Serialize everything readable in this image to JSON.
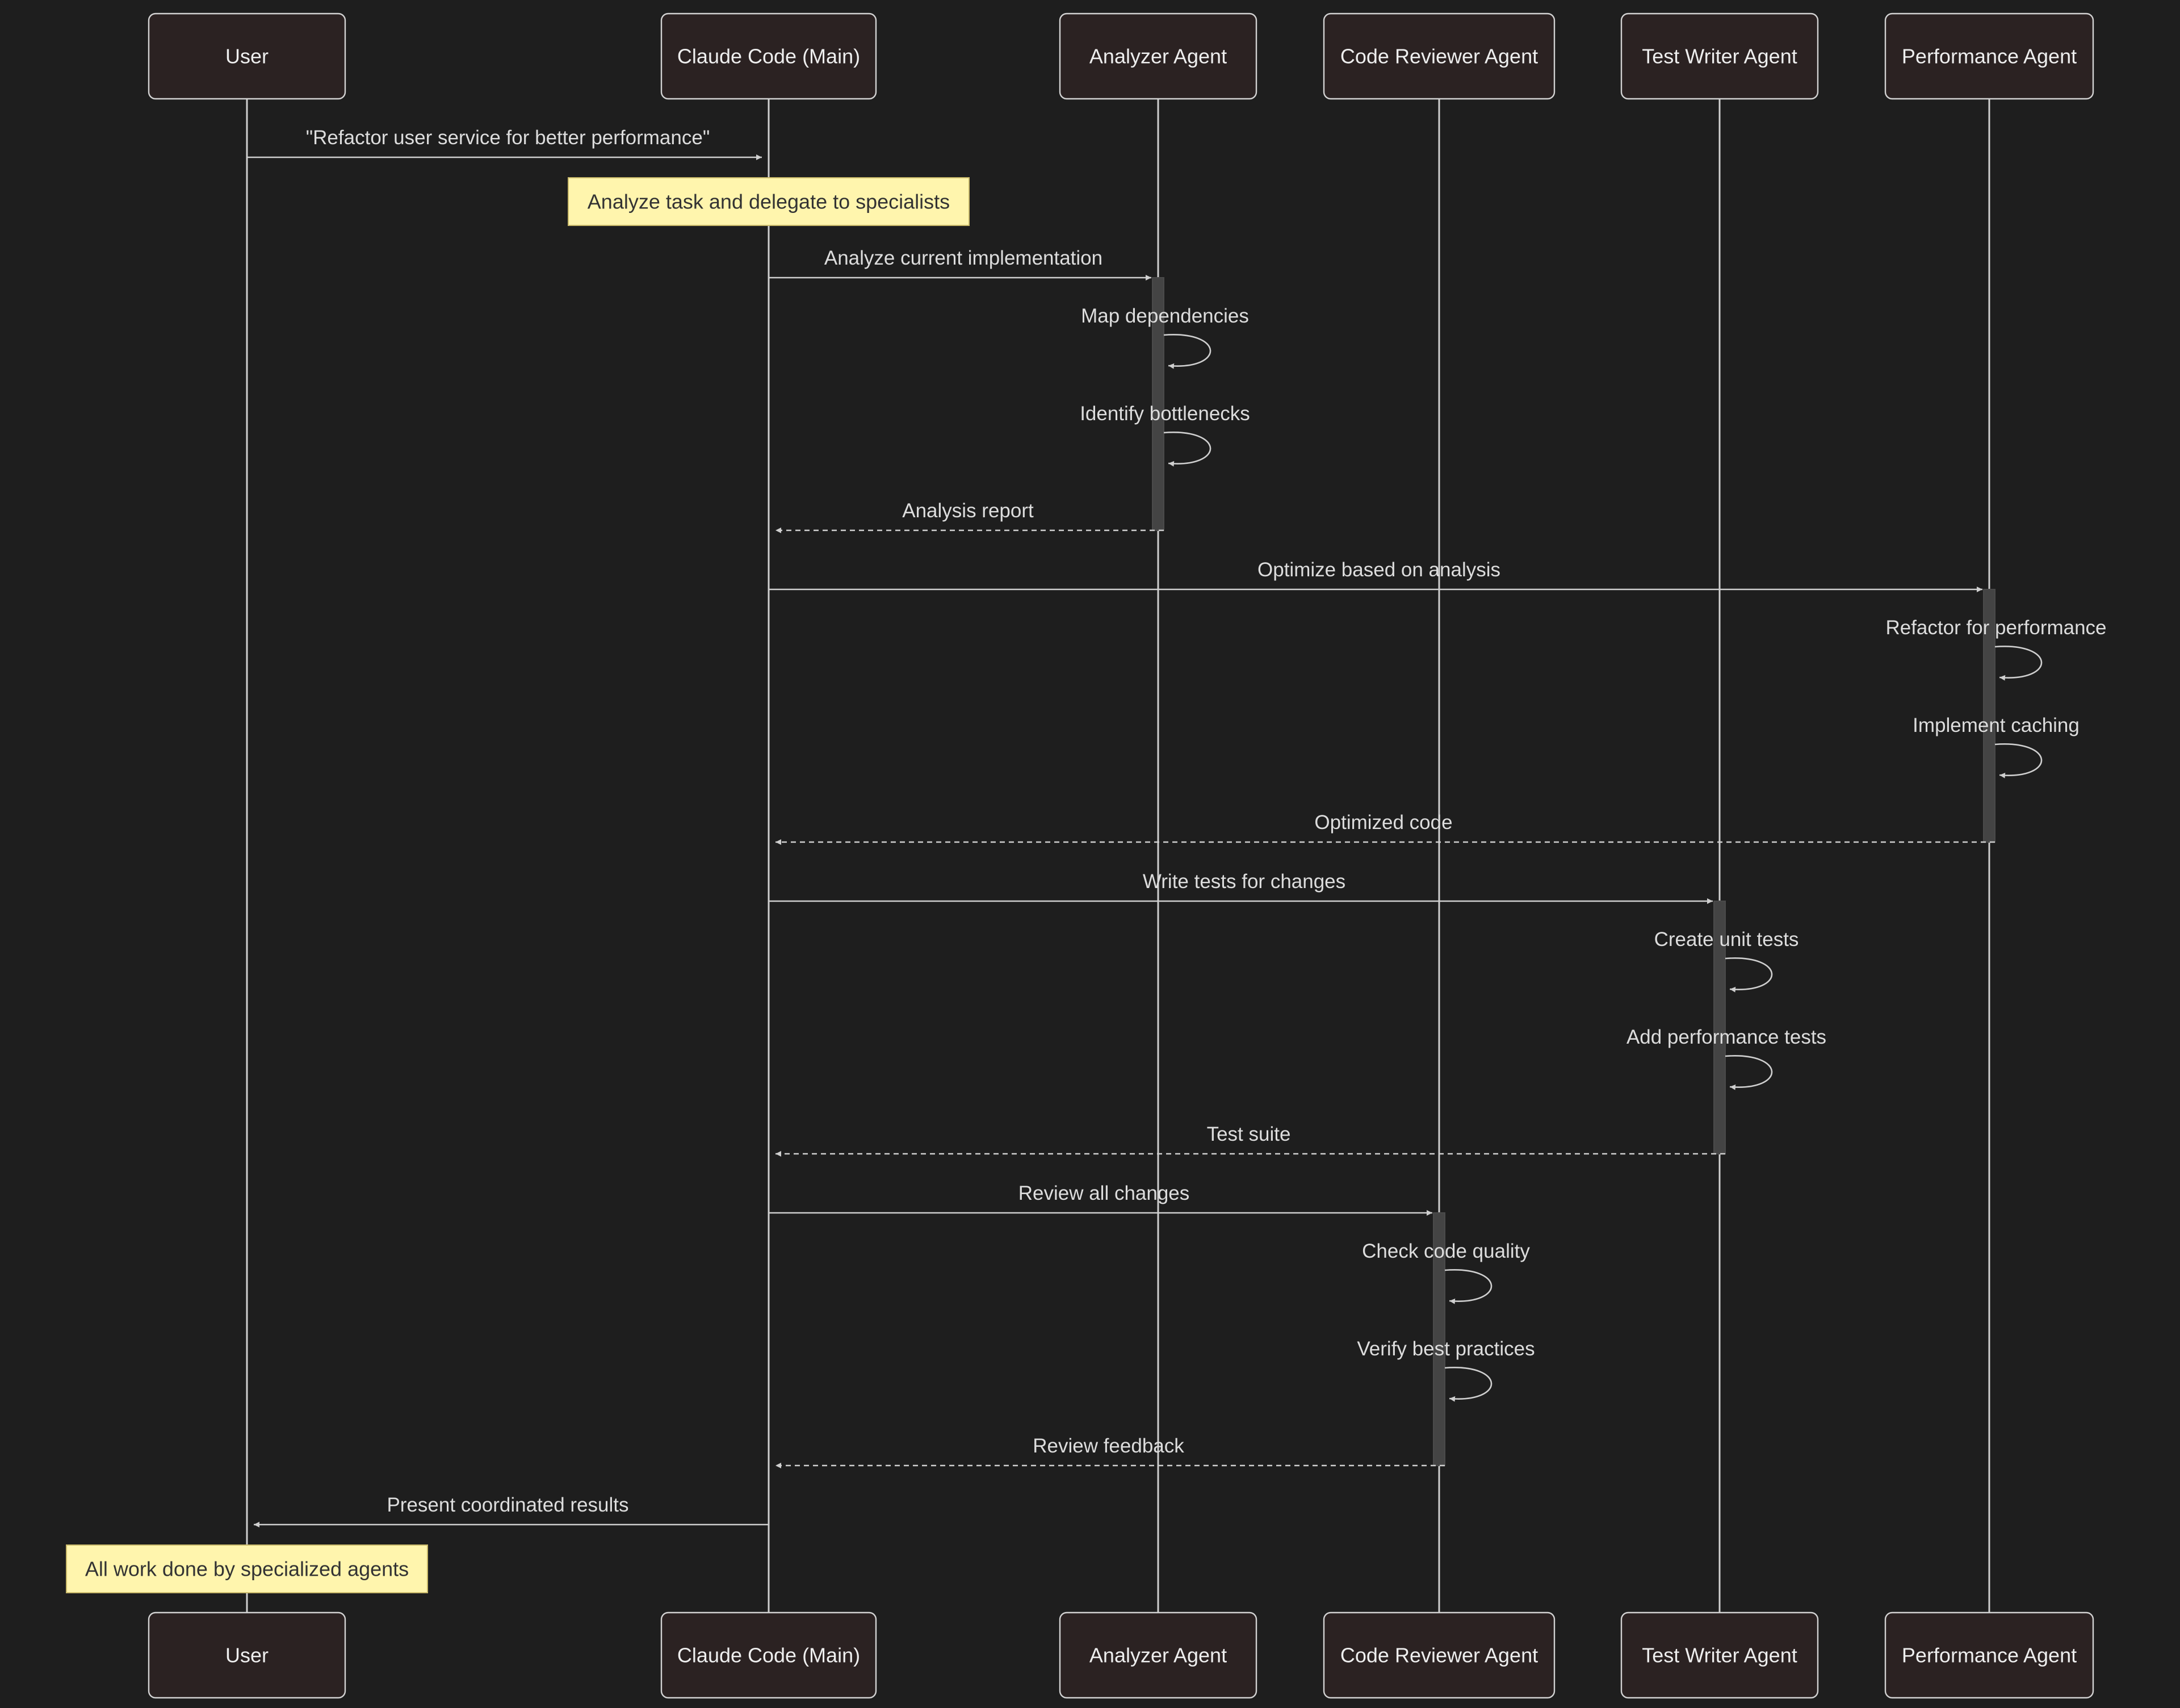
{
  "actors": [
    {
      "id": "user",
      "label": "User"
    },
    {
      "id": "main",
      "label": "Claude Code (Main)"
    },
    {
      "id": "analyzer",
      "label": "Analyzer Agent"
    },
    {
      "id": "reviewer",
      "label": "Code Reviewer Agent"
    },
    {
      "id": "tester",
      "label": "Test Writer Agent"
    },
    {
      "id": "perf",
      "label": "Performance Agent"
    }
  ],
  "events": [
    {
      "kind": "message",
      "from": "user",
      "to": "main",
      "text": "\"Refactor user service for better performance\"",
      "style": "solid"
    },
    {
      "kind": "note",
      "over": "main",
      "text": "Analyze task and delegate to specialists"
    },
    {
      "kind": "message",
      "from": "main",
      "to": "analyzer",
      "text": "Analyze current implementation",
      "style": "solid",
      "activate": "start"
    },
    {
      "kind": "self",
      "actor": "analyzer",
      "text": "Map dependencies"
    },
    {
      "kind": "self",
      "actor": "analyzer",
      "text": "Identify bottlenecks"
    },
    {
      "kind": "message",
      "from": "analyzer",
      "to": "main",
      "text": "Analysis report",
      "style": "dashed",
      "activate": "end"
    },
    {
      "kind": "message",
      "from": "main",
      "to": "perf",
      "text": "Optimize based on analysis",
      "style": "solid",
      "activate": "start"
    },
    {
      "kind": "self",
      "actor": "perf",
      "text": "Refactor for performance"
    },
    {
      "kind": "self",
      "actor": "perf",
      "text": "Implement caching"
    },
    {
      "kind": "message",
      "from": "perf",
      "to": "main",
      "text": "Optimized code",
      "style": "dashed",
      "activate": "end"
    },
    {
      "kind": "message",
      "from": "main",
      "to": "tester",
      "text": "Write tests for changes",
      "style": "solid",
      "activate": "start"
    },
    {
      "kind": "self",
      "actor": "tester",
      "text": "Create unit tests"
    },
    {
      "kind": "self",
      "actor": "tester",
      "text": "Add performance tests"
    },
    {
      "kind": "message",
      "from": "tester",
      "to": "main",
      "text": "Test suite",
      "style": "dashed",
      "activate": "end"
    },
    {
      "kind": "message",
      "from": "main",
      "to": "reviewer",
      "text": "Review all changes",
      "style": "solid",
      "activate": "start"
    },
    {
      "kind": "self",
      "actor": "reviewer",
      "text": "Check code quality"
    },
    {
      "kind": "self",
      "actor": "reviewer",
      "text": "Verify best practices"
    },
    {
      "kind": "message",
      "from": "reviewer",
      "to": "main",
      "text": "Review feedback",
      "style": "dashed",
      "activate": "end"
    },
    {
      "kind": "message",
      "from": "main",
      "to": "user",
      "text": "Present coordinated results",
      "style": "solid"
    },
    {
      "kind": "note",
      "over": "user",
      "text": "All work done by specialized agents"
    }
  ],
  "colors": {
    "background": "#1e1e1e",
    "actor_fill": "#2b2222",
    "line": "#cfcfcf",
    "activation": "#444444",
    "note_fill": "#fff5ad"
  }
}
